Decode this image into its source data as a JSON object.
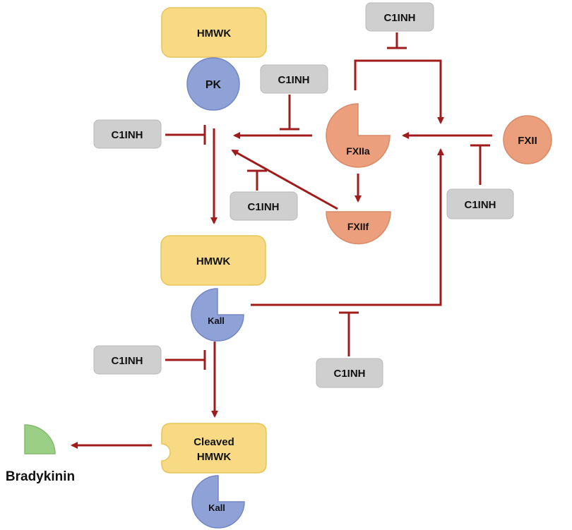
{
  "colors": {
    "arrow": "#a01c1c",
    "hmwk_fill": "#f8da85",
    "hmwk_stroke": "#e6c45a",
    "inhibitor_fill": "#cfcfcf",
    "inhibitor_stroke": "#b8b8b8",
    "pk_fill": "#8ea2d8",
    "pk_stroke": "#7286c4",
    "fxii_fill": "#ec9f7d",
    "fxii_stroke": "#d98a66",
    "bradykinin_fill": "#9ccf86",
    "bradykinin_stroke": "#86ba70"
  },
  "nodes": {
    "hmwk_top": "HMWK",
    "pk": "PK",
    "fxiia": "FXIIa",
    "fxiif": "FXIIf",
    "fxii": "FXII",
    "hmwk_mid": "HMWK",
    "kall_mid": "Kall",
    "cleaved_hmwk_line1": "Cleaved",
    "cleaved_hmwk_line2": "HMWK",
    "kall_bottom": "Kall",
    "bradykinin": "Bradykinin"
  },
  "inhibitors": {
    "top_right": "C1INH",
    "upper_center": "C1INH",
    "left_upper": "C1INH",
    "center_lower": "C1INH",
    "right_lower": "C1INH",
    "left_lower": "C1INH",
    "bottom_center": "C1INH"
  },
  "icons": {
    "inhibition": "tee-bar-icon",
    "activation": "arrowhead-icon",
    "active_enzyme": "quarter-cut-circle-icon",
    "fragment": "half-circle-icon",
    "bradykinin": "quarter-circle-icon"
  }
}
